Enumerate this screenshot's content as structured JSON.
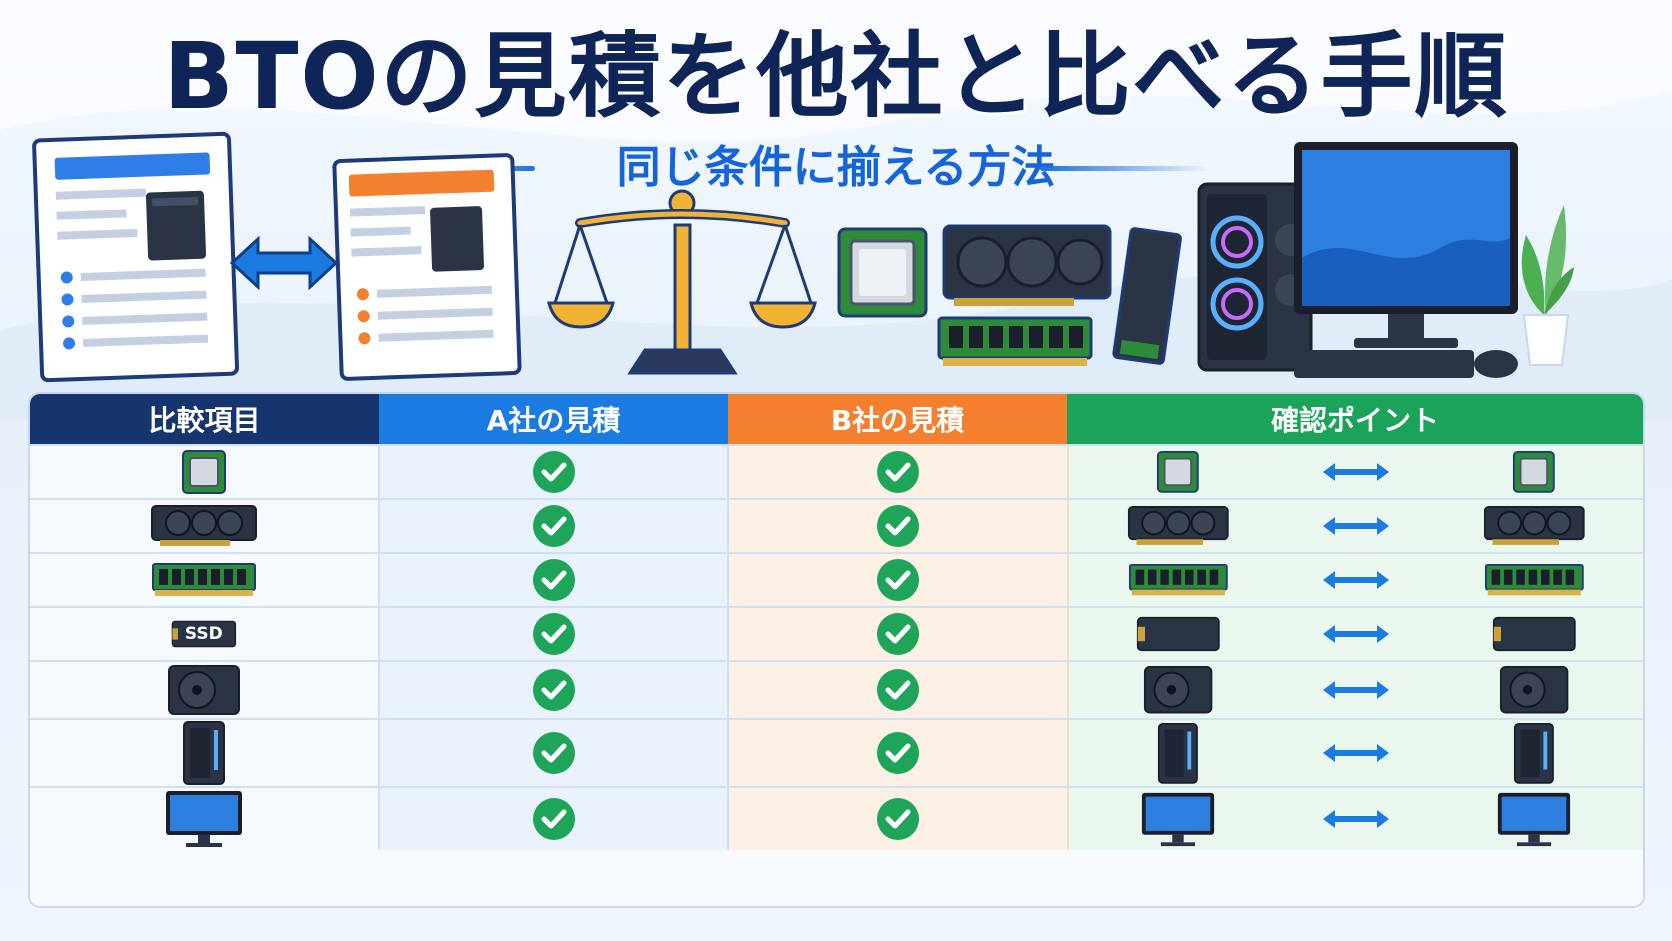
{
  "title": "BTOの見積を他社と比べる手順",
  "subtitle": "同じ条件に揃える方法",
  "colors": {
    "navy": "#16356f",
    "blue": "#1b7be0",
    "orange": "#f47f2f",
    "green": "#1ba35a",
    "check_green": "#1fa55a"
  },
  "table": {
    "headers": [
      "比較項目",
      "A社の見積",
      "B社の見積",
      "確認ポイント"
    ],
    "rows": [
      {
        "item_icon": "cpu-icon"
      },
      {
        "item_icon": "gpu-icon"
      },
      {
        "item_icon": "memory-icon",
        "label": ""
      },
      {
        "item_icon": "ssd-icon",
        "label": "SSD"
      },
      {
        "item_icon": "power-supply-icon"
      },
      {
        "item_icon": "pc-case-icon"
      },
      {
        "item_icon": "monitor-icon"
      }
    ],
    "a_status": "check",
    "b_status": "check",
    "compare_symbol": "double-arrow"
  }
}
